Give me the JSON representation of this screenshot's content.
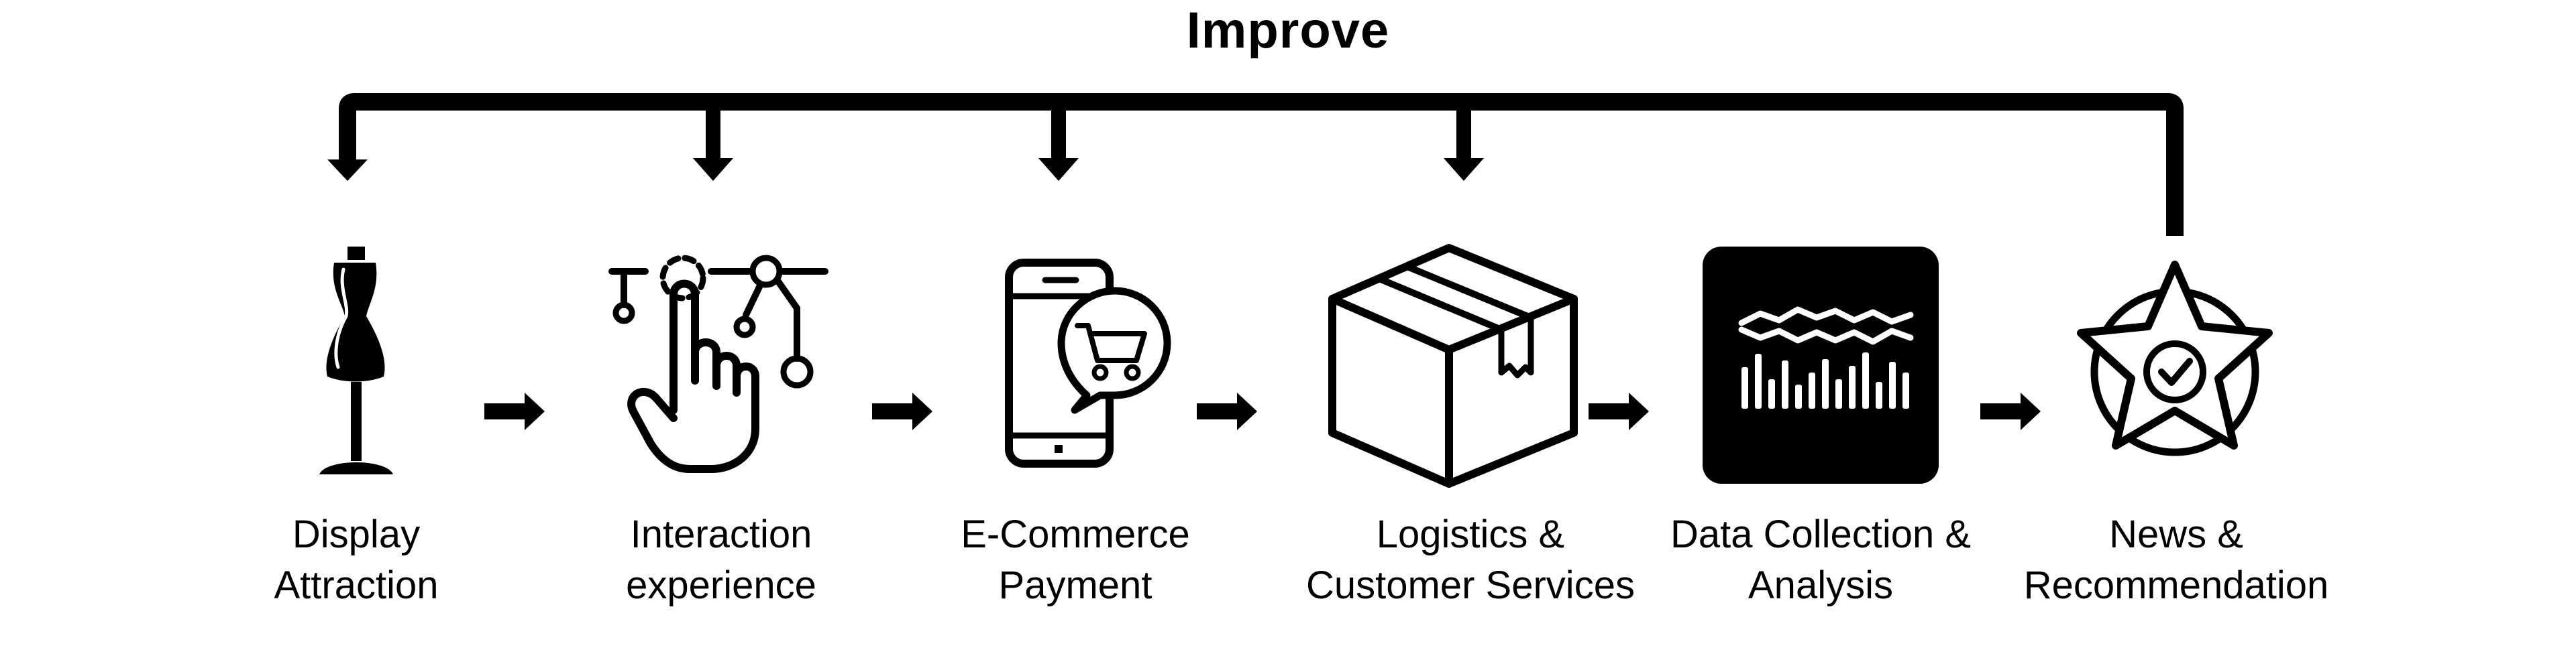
{
  "diagram": {
    "title": "Improve",
    "steps": [
      {
        "id": "display-attraction",
        "icon": "mannequin-icon",
        "lines": [
          "Display",
          "Attraction"
        ]
      },
      {
        "id": "interaction-experience",
        "icon": "touch-hand-icon",
        "lines": [
          "Interaction",
          "experience"
        ]
      },
      {
        "id": "e-commerce-payment",
        "icon": "phone-cart-icon",
        "lines": [
          "E-Commerce",
          "Payment"
        ]
      },
      {
        "id": "logistics",
        "icon": "package-box-icon",
        "lines": [
          "Logistics &",
          "Customer Services"
        ]
      },
      {
        "id": "data-collection",
        "icon": "analytics-chart-icon",
        "lines": [
          "Data Collection &",
          "Analysis"
        ]
      },
      {
        "id": "news-recommendation",
        "icon": "star-badge-icon",
        "lines": [
          "News  &",
          "Recommendation"
        ]
      }
    ],
    "colors": {
      "ink": "#000000",
      "background": "#ffffff"
    }
  }
}
